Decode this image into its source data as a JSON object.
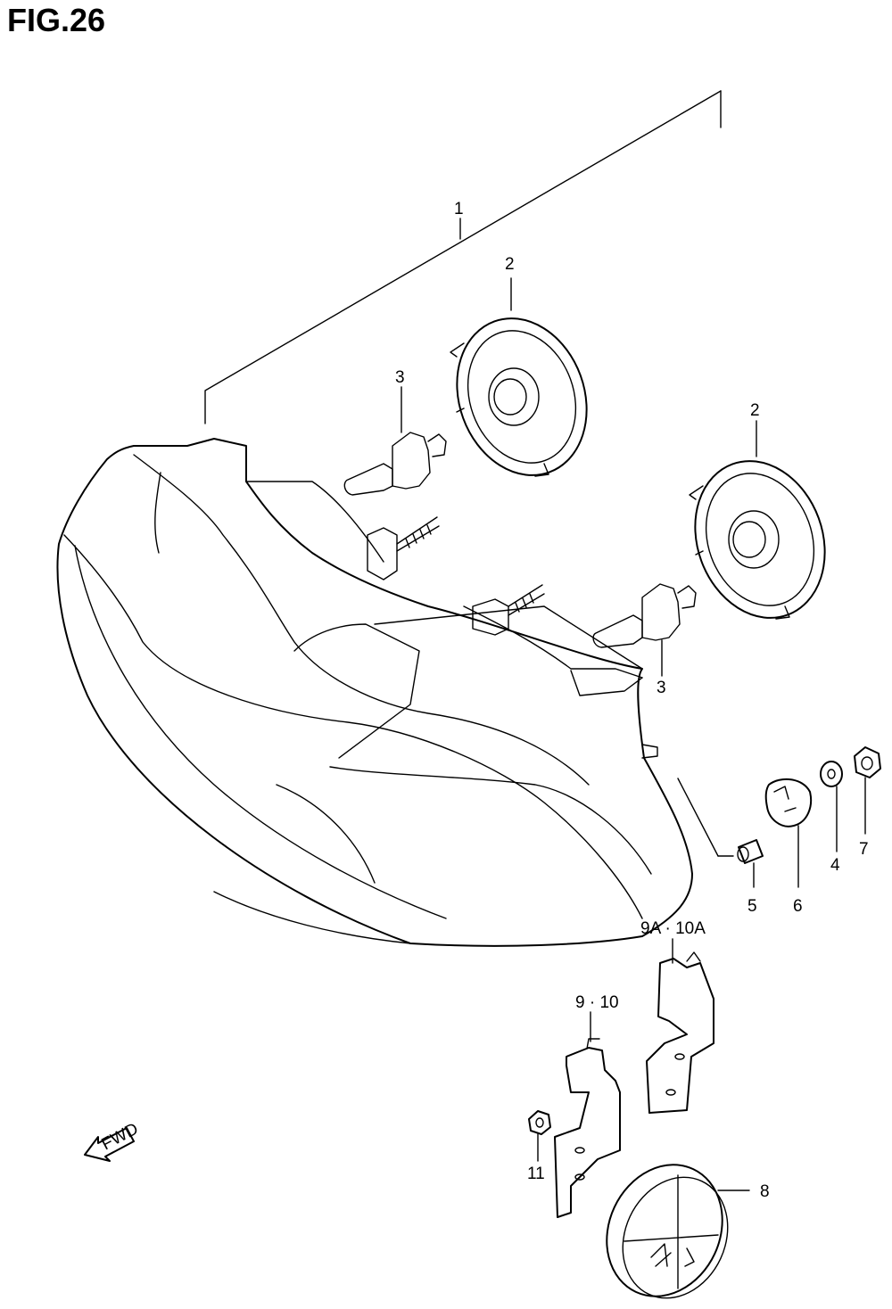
{
  "figure": {
    "title": "FIG.26"
  },
  "callouts": [
    {
      "id": "c1",
      "label": "1"
    },
    {
      "id": "c2a",
      "label": "2"
    },
    {
      "id": "c2b",
      "label": "2"
    },
    {
      "id": "c3a",
      "label": "3"
    },
    {
      "id": "c3b",
      "label": "3"
    },
    {
      "id": "c4",
      "label": "4"
    },
    {
      "id": "c5",
      "label": "5"
    },
    {
      "id": "c6",
      "label": "6"
    },
    {
      "id": "c7",
      "label": "7"
    },
    {
      "id": "c8",
      "label": "8"
    },
    {
      "id": "c9",
      "label": "9 · 10"
    },
    {
      "id": "c9a",
      "label": "9A · 10A"
    },
    {
      "id": "c11",
      "label": "11"
    }
  ],
  "fwd_marker": {
    "label": "FWD"
  }
}
